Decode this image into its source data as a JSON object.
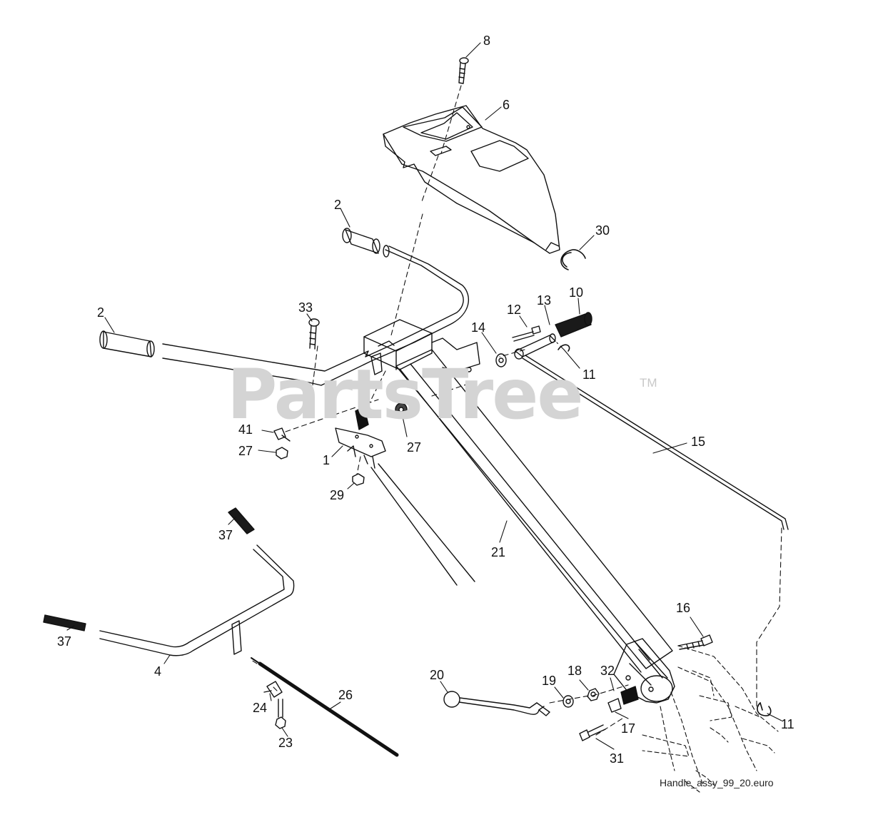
{
  "watermark": {
    "text": "PartsTree",
    "mark": "TM"
  },
  "caption": "Handle_assy_99_20.euro",
  "callouts": [
    "8",
    "6",
    "2",
    "30",
    "2",
    "33",
    "12",
    "13",
    "10",
    "14",
    "11",
    "41",
    "27",
    "27",
    "1",
    "15",
    "29",
    "37",
    "21",
    "37",
    "4",
    "16",
    "20",
    "19",
    "18",
    "32",
    "24",
    "26",
    "17",
    "11",
    "23",
    "31"
  ]
}
